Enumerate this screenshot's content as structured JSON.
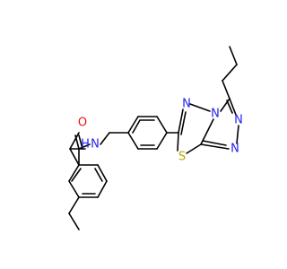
{
  "colors": {
    "bond": "#000000",
    "N": "#2222ee",
    "O": "#ee1111",
    "S": "#b8a800",
    "H": "#2222ee"
  },
  "atoms": {
    "O": {
      "text": "O",
      "element": "O"
    },
    "N_amide": {
      "text": "N",
      "element": "N"
    },
    "H_amide": {
      "text": "H",
      "element": "H"
    },
    "N_td1": {
      "text": "N",
      "element": "N"
    },
    "N_td2": {
      "text": "N",
      "element": "N"
    },
    "N_tr1": {
      "text": "N",
      "element": "N"
    },
    "N_tr2": {
      "text": "N",
      "element": "N"
    },
    "S": {
      "text": "S",
      "element": "S"
    }
  }
}
